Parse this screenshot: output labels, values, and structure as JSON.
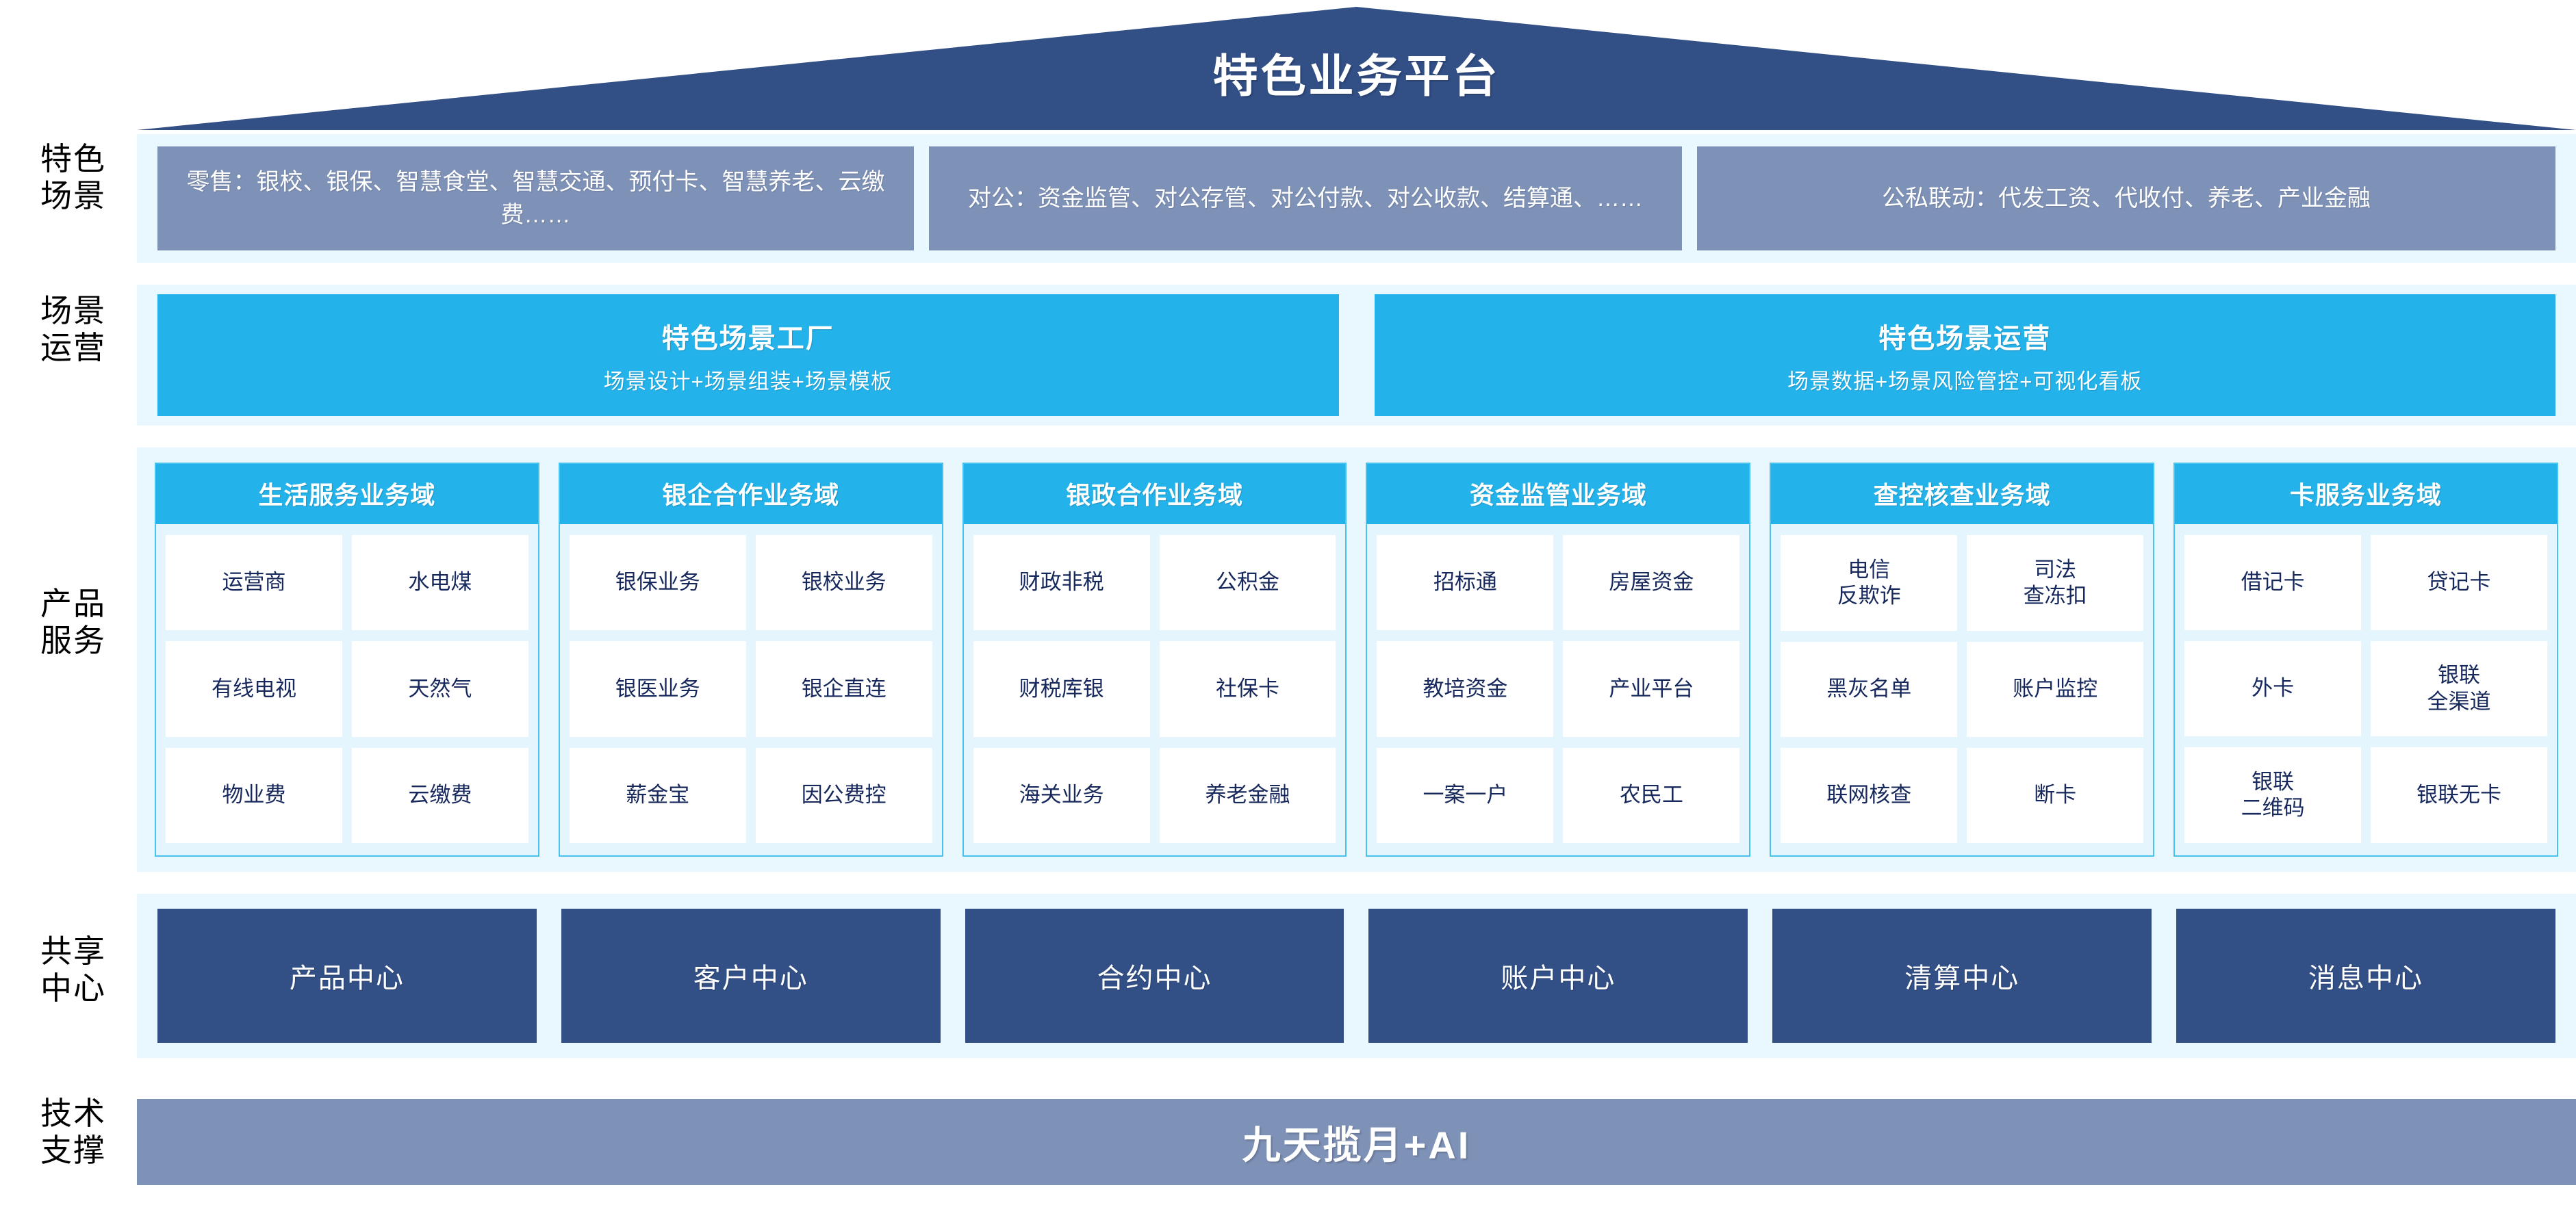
{
  "banner": {
    "title": "特色业务平台"
  },
  "rails": [
    {
      "label": "特色\n场景"
    },
    {
      "label": "场景\n运营"
    },
    {
      "label": "产品\n服务"
    },
    {
      "label": "共享\n中心"
    },
    {
      "label": "技术\n支撑"
    }
  ],
  "scenarios": [
    {
      "text": "零售：银校、银保、智慧食堂、智慧交通、预付卡、智慧养老、云缴费……"
    },
    {
      "text": "对公：资金监管、对公存管、对公付款、对公收款、结算通、……"
    },
    {
      "text": "公私联动：代发工资、代收付、养老、产业金融"
    }
  ],
  "operations": [
    {
      "title": "特色场景工厂",
      "subtitle": "场景设计+场景组装+场景模板"
    },
    {
      "title": "特色场景运营",
      "subtitle": "场景数据+场景风险管控+可视化看板"
    }
  ],
  "domains": [
    {
      "title": "生活服务业务域",
      "cells": [
        "运营商",
        "水电煤",
        "有线电视",
        "天然气",
        "物业费",
        "云缴费"
      ]
    },
    {
      "title": "银企合作业务域",
      "cells": [
        "银保业务",
        "银校业务",
        "银医业务",
        "银企直连",
        "薪金宝",
        "因公费控"
      ]
    },
    {
      "title": "银政合作业务域",
      "cells": [
        "财政非税",
        "公积金",
        "财税库银",
        "社保卡",
        "海关业务",
        "养老金融"
      ]
    },
    {
      "title": "资金监管业务域",
      "cells": [
        "招标通",
        "房屋资金",
        "教培资金",
        "产业平台",
        "一案一户",
        "农民工"
      ]
    },
    {
      "title": "查控核查业务域",
      "cells": [
        "电信\n反欺诈",
        "司法\n查冻扣",
        "黑灰名单",
        "账户监控",
        "联网核查",
        "断卡"
      ]
    },
    {
      "title": "卡服务业务域",
      "cells": [
        "借记卡",
        "贷记卡",
        "外卡",
        "银联\n全渠道",
        "银联\n二维码",
        "银联无卡"
      ]
    }
  ],
  "centers": [
    {
      "label": "产品中心"
    },
    {
      "label": "客户中心"
    },
    {
      "label": "合约中心"
    },
    {
      "label": "账户中心"
    },
    {
      "label": "清算中心"
    },
    {
      "label": "消息中心"
    }
  ],
  "tech": {
    "label": "九天揽月+AI"
  },
  "colors": {
    "roof": "#324f86",
    "band": "#e9f7fe",
    "scenario_box": "#7e91b7",
    "cyan": "#23b2ea",
    "domain_border": "#49c3ee",
    "domain_body": "#e4f5fd",
    "cell": "#ffffff",
    "cell_text": "#16285c",
    "center": "#324f86",
    "tech": "#7e91b7"
  }
}
